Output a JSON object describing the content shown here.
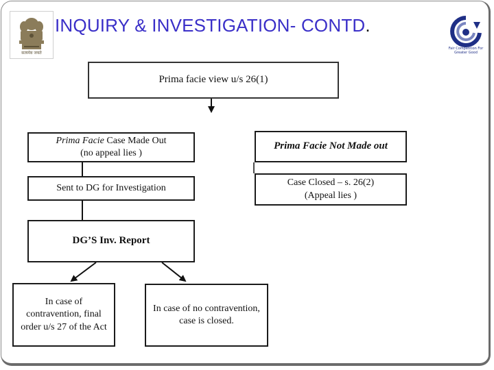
{
  "header": {
    "title": "INQUIRY & INVESTIGATION- CONTD",
    "title_suffix": "."
  },
  "logos": {
    "emblem": "state-emblem",
    "emblem_text": "सत्यमेव जयते",
    "commission": "competition-commission-logo",
    "commission_text": "Fair Competition For Greater Good"
  },
  "diagram": {
    "root": "Prima facie view u/s 26(1)",
    "made_out_italic": "Prima Facie",
    "made_out_rest": " Case Made Out",
    "made_out_note": "(no appeal lies )",
    "not_made_out": "Prima Facie  Not Made out",
    "sent_to_dg": "Sent to DG for Investigation",
    "case_closed": "Case Closed – s. 26(2)",
    "case_closed_note": "(Appeal lies )",
    "dg_report": "DG’S Inv. Report",
    "contravention": "In case of contravention, final order u/s  27 of the Act",
    "no_contravention": "In case of  no contravention, case  is closed."
  },
  "colors": {
    "title": "#3a2fc8",
    "border": "#1a1a1a",
    "logo_blue": "#1f2f86"
  }
}
